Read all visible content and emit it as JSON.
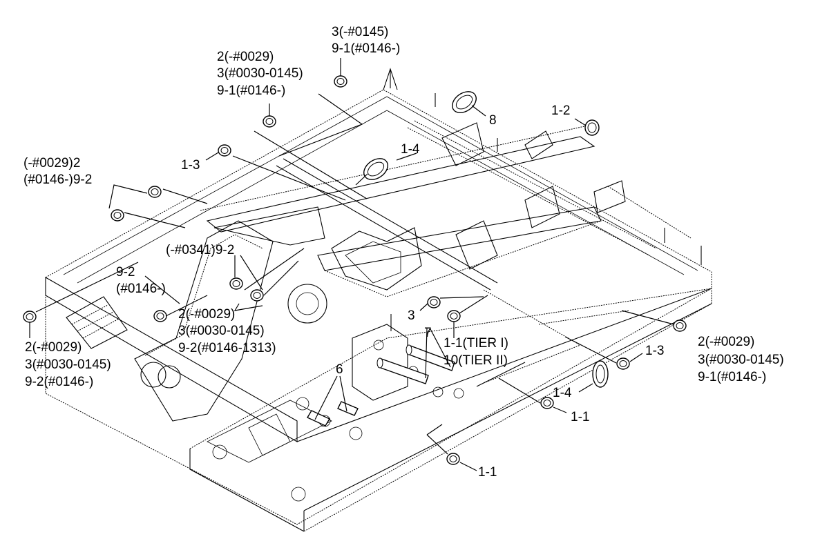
{
  "labels": {
    "top_center_1": "3(-#0145)",
    "top_center_2": "9-1(#0146-)",
    "top_left_1": "2(-#0029)",
    "top_left_2": "3(#0030-0145)",
    "top_left_3": "9-1(#0146-)",
    "label_8": "8",
    "label_1_2": "1-2",
    "label_1_4_top": "1-4",
    "label_1_3_left": "1-3",
    "left_group_1": "(-#0029)2",
    "left_group_2": "(#0146-)9-2",
    "mid_0341": "(-#0341)9-2",
    "left_9_2": "9-2",
    "left_0146": "(#0146-)",
    "center_1": "2(-#0029)",
    "center_2": "3(#0030-0145)",
    "center_3": "9-2(#0146-1313)",
    "bottom_left_1": "2(-#0029)",
    "bottom_left_2": "3(#0030-0145)",
    "bottom_left_3": "9-2(#0146-)",
    "label_3": "3",
    "label_7": "7",
    "tier_1": "1-1(TIER I)",
    "tier_2": "10(TIER II)",
    "label_6": "6",
    "label_1_3_right": "1-3",
    "right_1": "2(-#0029)",
    "right_2": "3(#0030-0145)",
    "right_3": "9-1(#0146-)",
    "label_1_4_right": "1-4",
    "label_1_1_right": "1-1",
    "label_1_1_bottom": "1-1"
  }
}
